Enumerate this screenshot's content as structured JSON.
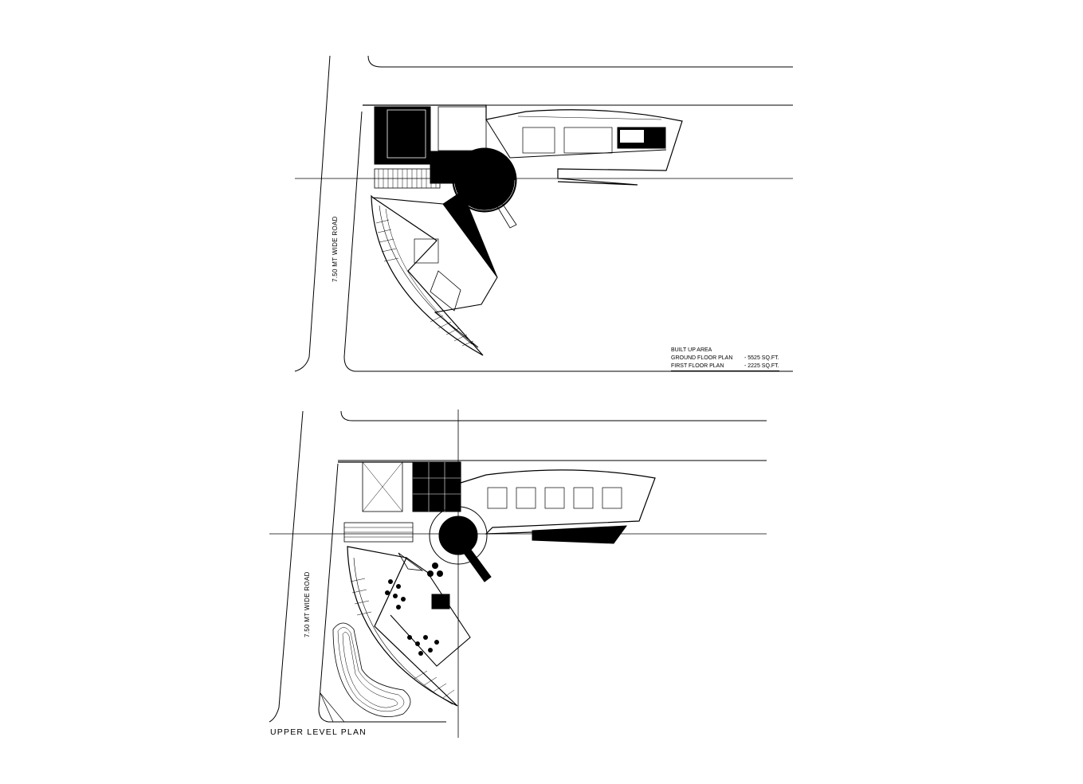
{
  "drawing": {
    "road_label_top": "7.50 MT WIDE ROAD",
    "road_label_bottom": "7.50 MT WIDE ROAD",
    "upper_plan_title": "UPPER LEVEL PLAN",
    "area_table": {
      "heading": "BUILT UP AREA",
      "rows": [
        {
          "label": "GROUND FLOOR PLAN",
          "value": "- 5525 SQ.FT."
        },
        {
          "label": "FIRST FLOOR PLAN",
          "value": "- 2225 SQ.FT."
        }
      ]
    },
    "colors": {
      "line": "#000000",
      "background": "#ffffff"
    }
  }
}
